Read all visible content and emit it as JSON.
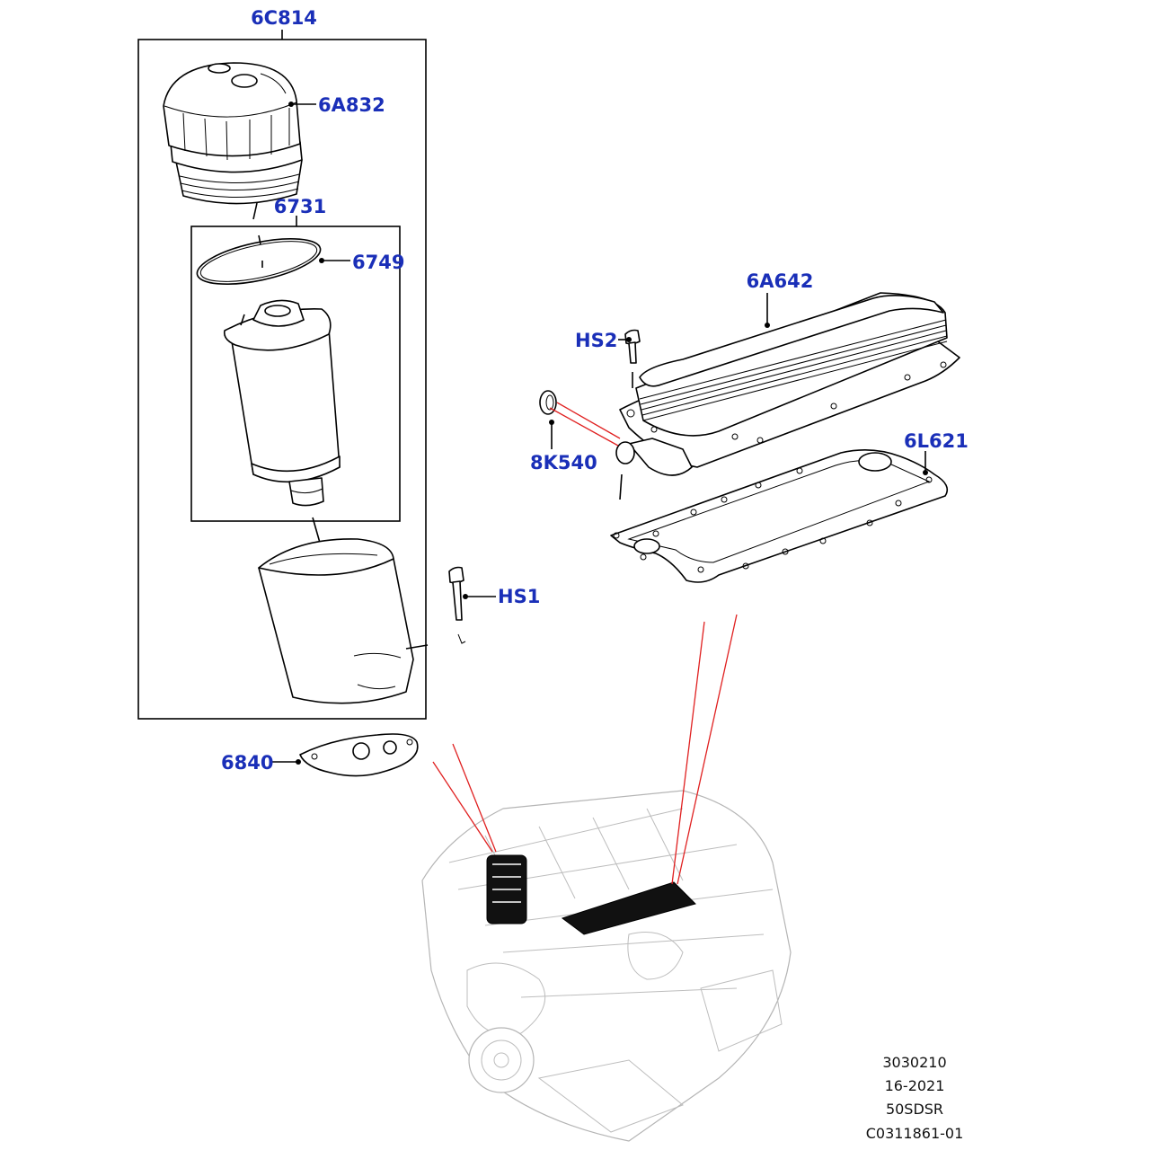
{
  "callouts": {
    "c6C814": "6C814",
    "c6A832": "6A832",
    "c6731": "6731",
    "c6749": "6749",
    "c6A642": "6A642",
    "cHS2": "HS2",
    "c8K540": "8K540",
    "c6L621": "6L621",
    "cHS1": "HS1",
    "c6840": "6840"
  },
  "reference": {
    "line1": "3030210",
    "line2": "16-2021",
    "line3": "50SDSR",
    "line4": "C0311861-01"
  },
  "colors": {
    "callout_text": "#1a2fb8",
    "leader_red": "#e02020",
    "engine_ghost": "#b5b5b5"
  },
  "icons": [
    "oil-filter-cap-icon",
    "o-ring-icon",
    "filter-element-icon",
    "filter-housing-icon",
    "oil-cooler-icon",
    "gasket-icon",
    "bolt-icon",
    "seal-icon",
    "engine-icon"
  ]
}
